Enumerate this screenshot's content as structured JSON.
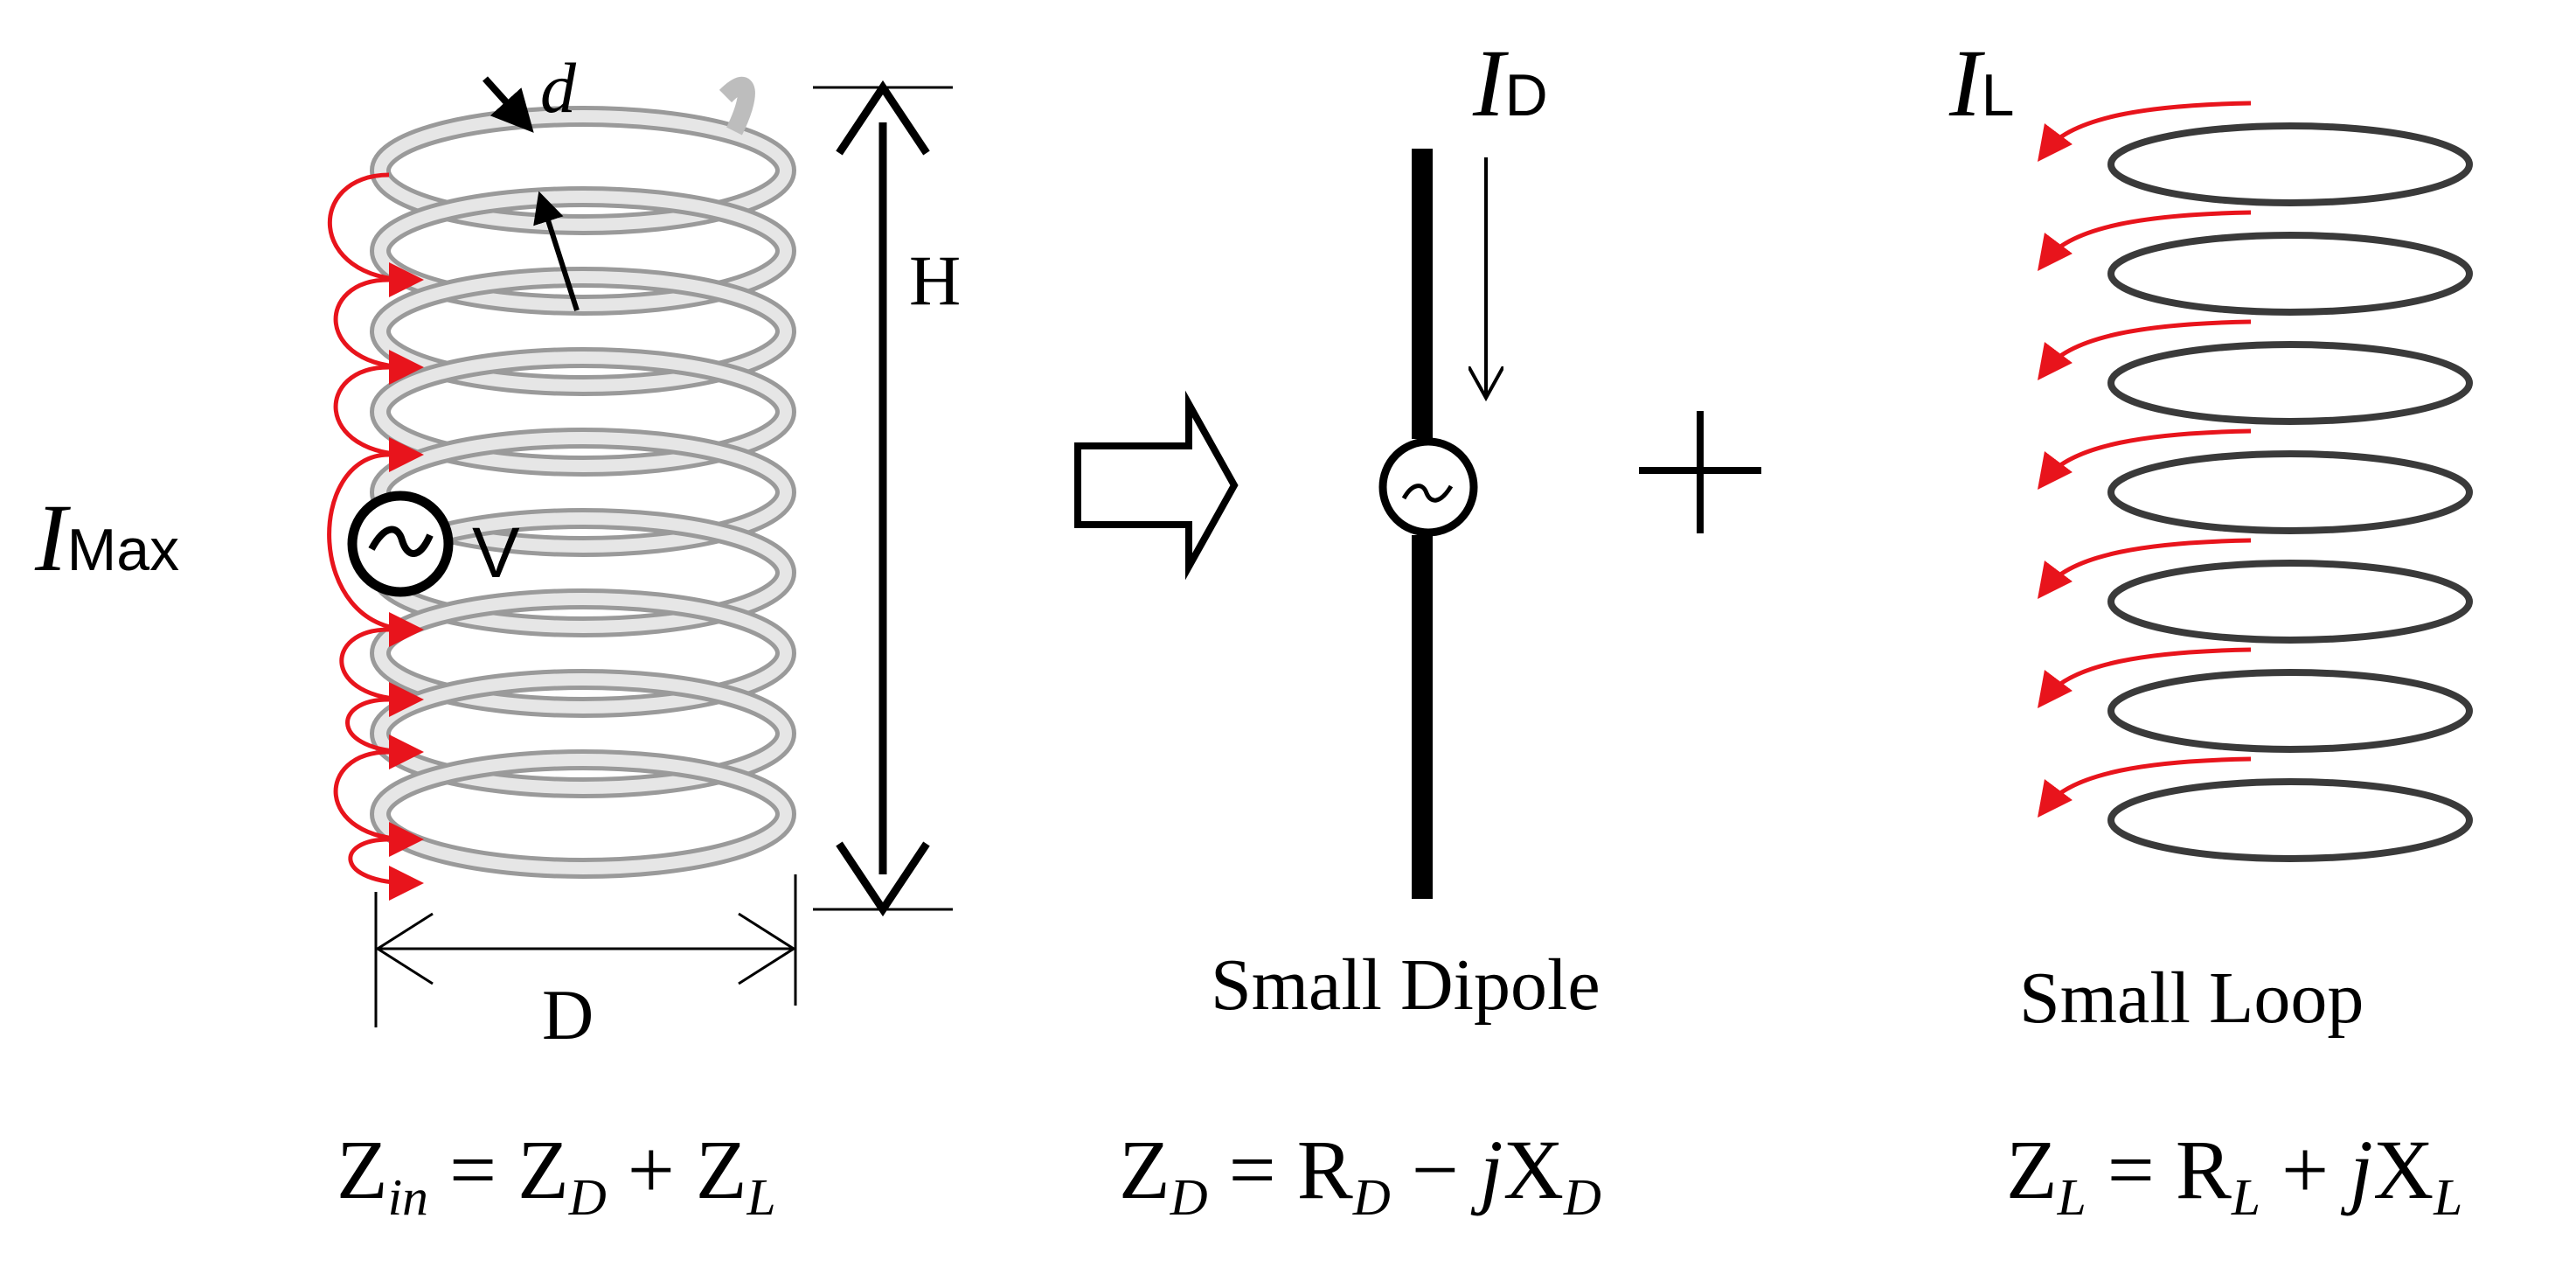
{
  "helix": {
    "dims": {
      "d": "d",
      "H": "H",
      "D": "D"
    },
    "current": {
      "symbol": "I",
      "subscript": "Max"
    },
    "source": {
      "label": "V",
      "glyph": "~"
    }
  },
  "dipole": {
    "current": {
      "symbol": "I",
      "subscript": "D"
    },
    "source_glyph": "~",
    "caption": "Small Dipole"
  },
  "loop": {
    "current": {
      "symbol": "I",
      "subscript": "L"
    },
    "caption": "Small Loop",
    "ring_count": 7
  },
  "equations": {
    "zin": {
      "lhs": "Z",
      "lhs_sub": "in",
      "eq": " = ",
      "t1": "Z",
      "t1_sub": "D",
      "op": " + ",
      "t2": "Z",
      "t2_sub": "L"
    },
    "zd": {
      "lhs": "Z",
      "lhs_sub": "D",
      "eq": " = ",
      "t1": "R",
      "t1_sub": "D",
      "op": " − ",
      "j": "j",
      "t2": "X",
      "t2_sub": "D"
    },
    "zl": {
      "lhs": "Z",
      "lhs_sub": "L",
      "eq": " = ",
      "t1": "R",
      "t1_sub": "L",
      "op": " + ",
      "j": "j",
      "t2": "X",
      "t2_sub": "L"
    }
  },
  "colors": {
    "current_arrow": "#e8141c",
    "wire": "#bdbdbd",
    "ink": "#000000"
  }
}
